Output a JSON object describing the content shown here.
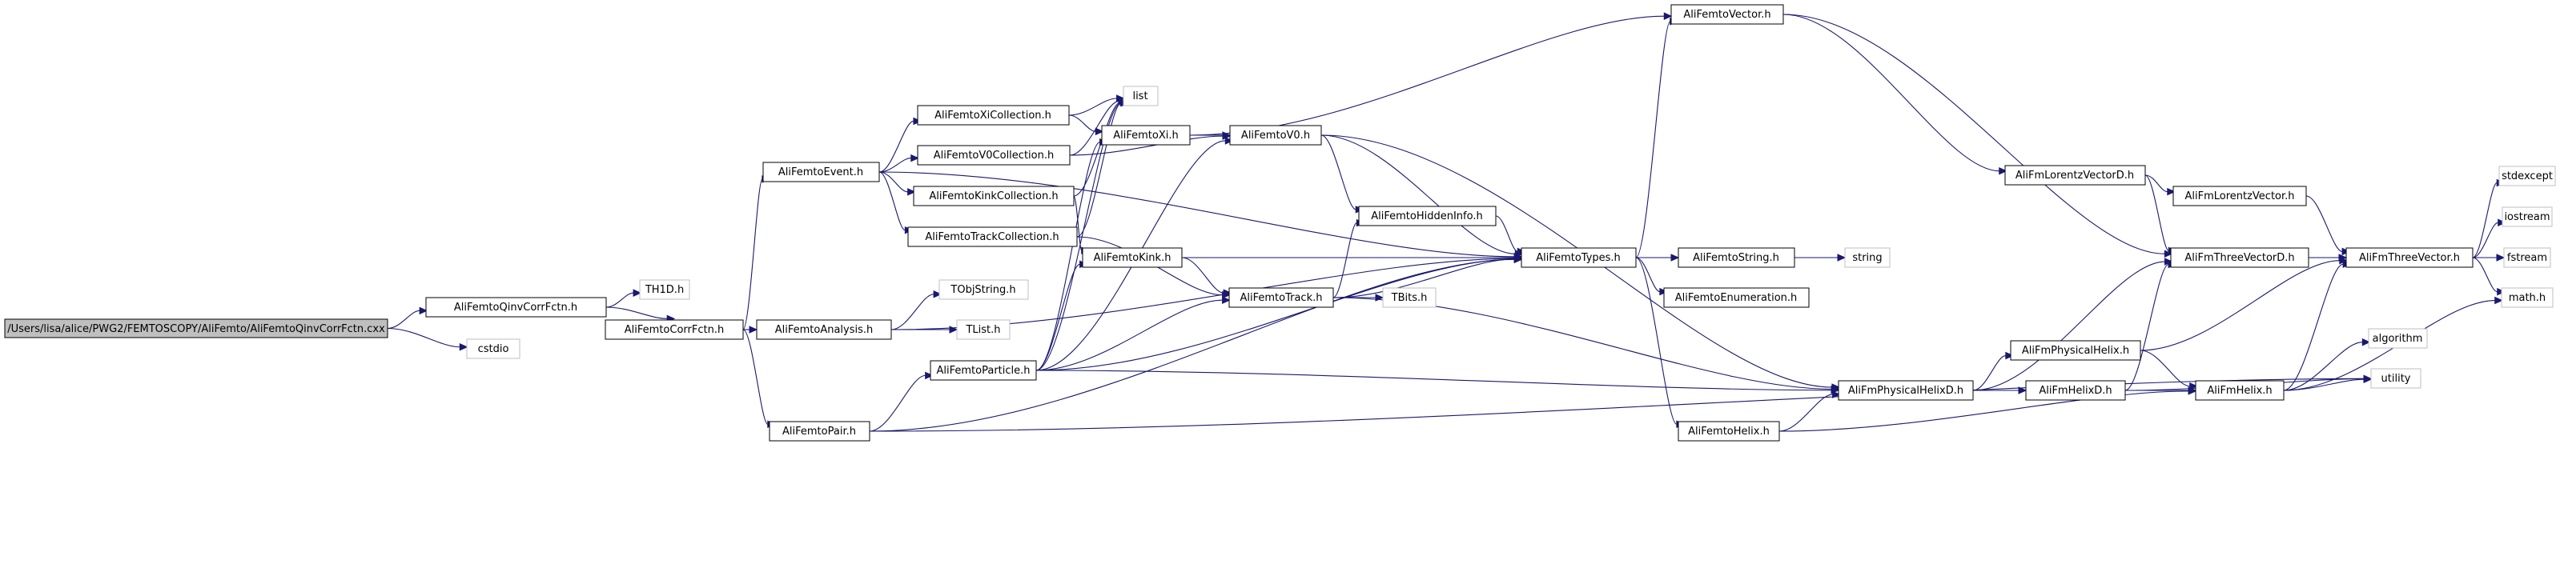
{
  "colors": {
    "edge": "#191970",
    "node_border": "#000000",
    "root_fill": "#bfbfbf",
    "system_border": "#bfbfbf"
  },
  "nodes": {
    "n_root": {
      "label": "/Users/lisa/alice/PWG2/FEMTOSCOPY/AliFemto/AliFemtoQinvCorrFctn.cxx"
    },
    "n_qinv_h": {
      "label": "AliFemtoQinvCorrFctn.h"
    },
    "n_cstdio": {
      "label": "cstdio"
    },
    "n_th1d": {
      "label": "TH1D.h"
    },
    "n_corrfctn": {
      "label": "AliFemtoCorrFctn.h"
    },
    "n_event": {
      "label": "AliFemtoEvent.h"
    },
    "n_analysis": {
      "label": "AliFemtoAnalysis.h"
    },
    "n_pair": {
      "label": "AliFemtoPair.h"
    },
    "n_xicoll": {
      "label": "AliFemtoXiCollection.h"
    },
    "n_v0coll": {
      "label": "AliFemtoV0Collection.h"
    },
    "n_kinkcoll": {
      "label": "AliFemtoKinkCollection.h"
    },
    "n_trackcoll": {
      "label": "AliFemtoTrackCollection.h"
    },
    "n_tobjstring": {
      "label": "TObjString.h"
    },
    "n_tlist": {
      "label": "TList.h"
    },
    "n_particle": {
      "label": "AliFemtoParticle.h"
    },
    "n_list": {
      "label": "list"
    },
    "n_xi": {
      "label": "AliFemtoXi.h"
    },
    "n_v0": {
      "label": "AliFemtoV0.h"
    },
    "n_kink": {
      "label": "AliFemtoKink.h"
    },
    "n_track": {
      "label": "AliFemtoTrack.h"
    },
    "n_vector": {
      "label": "AliFemtoVector.h"
    },
    "n_hidden": {
      "label": "AliFemtoHiddenInfo.h"
    },
    "n_types": {
      "label": "AliFemtoTypes.h"
    },
    "n_tbits": {
      "label": "TBits.h"
    },
    "n_string_h": {
      "label": "AliFemtoString.h"
    },
    "n_enum": {
      "label": "AliFemtoEnumeration.h"
    },
    "n_helix_femto": {
      "label": "AliFemtoHelix.h"
    },
    "n_string": {
      "label": "string"
    },
    "n_physhelixd": {
      "label": "AliFmPhysicalHelixD.h"
    },
    "n_lorentzd": {
      "label": "AliFmLorentzVectorD.h"
    },
    "n_lorentz": {
      "label": "AliFmLorentzVector.h"
    },
    "n_physhelix": {
      "label": "AliFmPhysicalHelix.h"
    },
    "n_helixd": {
      "label": "AliFmHelixD.h"
    },
    "n_threevecd": {
      "label": "AliFmThreeVectorD.h"
    },
    "n_helix": {
      "label": "AliFmHelix.h"
    },
    "n_threevec": {
      "label": "AliFmThreeVector.h"
    },
    "n_stdexcept": {
      "label": "stdexcept"
    },
    "n_iostream": {
      "label": "iostream"
    },
    "n_fstream": {
      "label": "fstream"
    },
    "n_math": {
      "label": "math.h"
    },
    "n_algorithm": {
      "label": "algorithm"
    },
    "n_utility": {
      "label": "utility"
    }
  },
  "edges": [
    [
      "n_root",
      "n_qinv_h"
    ],
    [
      "n_root",
      "n_cstdio"
    ],
    [
      "n_qinv_h",
      "n_th1d"
    ],
    [
      "n_qinv_h",
      "n_corrfctn"
    ],
    [
      "n_corrfctn",
      "n_event"
    ],
    [
      "n_corrfctn",
      "n_analysis"
    ],
    [
      "n_corrfctn",
      "n_pair"
    ],
    [
      "n_event",
      "n_xicoll"
    ],
    [
      "n_event",
      "n_v0coll"
    ],
    [
      "n_event",
      "n_kinkcoll"
    ],
    [
      "n_event",
      "n_trackcoll"
    ],
    [
      "n_event",
      "n_types"
    ],
    [
      "n_analysis",
      "n_tobjstring"
    ],
    [
      "n_analysis",
      "n_tlist"
    ],
    [
      "n_analysis",
      "n_types"
    ],
    [
      "n_pair",
      "n_particle"
    ],
    [
      "n_pair",
      "n_types"
    ],
    [
      "n_pair",
      "n_utility"
    ],
    [
      "n_xicoll",
      "n_list"
    ],
    [
      "n_xicoll",
      "n_xi"
    ],
    [
      "n_v0coll",
      "n_list"
    ],
    [
      "n_v0coll",
      "n_v0"
    ],
    [
      "n_kinkcoll",
      "n_list"
    ],
    [
      "n_kinkcoll",
      "n_kink"
    ],
    [
      "n_trackcoll",
      "n_list"
    ],
    [
      "n_trackcoll",
      "n_track"
    ],
    [
      "n_particle",
      "n_list"
    ],
    [
      "n_particle",
      "n_xi"
    ],
    [
      "n_particle",
      "n_v0"
    ],
    [
      "n_particle",
      "n_kink"
    ],
    [
      "n_particle",
      "n_track"
    ],
    [
      "n_particle",
      "n_types"
    ],
    [
      "n_particle",
      "n_physhelixd"
    ],
    [
      "n_xi",
      "n_v0"
    ],
    [
      "n_xi",
      "n_vector"
    ],
    [
      "n_v0",
      "n_hidden"
    ],
    [
      "n_v0",
      "n_types"
    ],
    [
      "n_v0",
      "n_physhelixd"
    ],
    [
      "n_kink",
      "n_types"
    ],
    [
      "n_kink",
      "n_track"
    ],
    [
      "n_track",
      "n_hidden"
    ],
    [
      "n_track",
      "n_types"
    ],
    [
      "n_track",
      "n_tbits"
    ],
    [
      "n_track",
      "n_physhelixd"
    ],
    [
      "n_hidden",
      "n_types"
    ],
    [
      "n_types",
      "n_vector"
    ],
    [
      "n_types",
      "n_string_h"
    ],
    [
      "n_types",
      "n_enum"
    ],
    [
      "n_types",
      "n_helix_femto"
    ],
    [
      "n_string_h",
      "n_string"
    ],
    [
      "n_vector",
      "n_lorentzd"
    ],
    [
      "n_vector",
      "n_threevecd"
    ],
    [
      "n_helix_femto",
      "n_physhelixd"
    ],
    [
      "n_helix_femto",
      "n_helix"
    ],
    [
      "n_physhelixd",
      "n_physhelix"
    ],
    [
      "n_physhelixd",
      "n_helixd"
    ],
    [
      "n_physhelixd",
      "n_threevecd"
    ],
    [
      "n_lorentzd",
      "n_lorentz"
    ],
    [
      "n_lorentzd",
      "n_threevecd"
    ],
    [
      "n_lorentz",
      "n_threevec"
    ],
    [
      "n_physhelix",
      "n_helix"
    ],
    [
      "n_physhelix",
      "n_threevec"
    ],
    [
      "n_helixd",
      "n_helix"
    ],
    [
      "n_helixd",
      "n_threevecd"
    ],
    [
      "n_helixd",
      "n_utility"
    ],
    [
      "n_threevecd",
      "n_threevec"
    ],
    [
      "n_helix",
      "n_threevec"
    ],
    [
      "n_helix",
      "n_algorithm"
    ],
    [
      "n_helix",
      "n_utility"
    ],
    [
      "n_helix",
      "n_math"
    ],
    [
      "n_threevec",
      "n_stdexcept"
    ],
    [
      "n_threevec",
      "n_iostream"
    ],
    [
      "n_threevec",
      "n_fstream"
    ],
    [
      "n_threevec",
      "n_math"
    ]
  ]
}
